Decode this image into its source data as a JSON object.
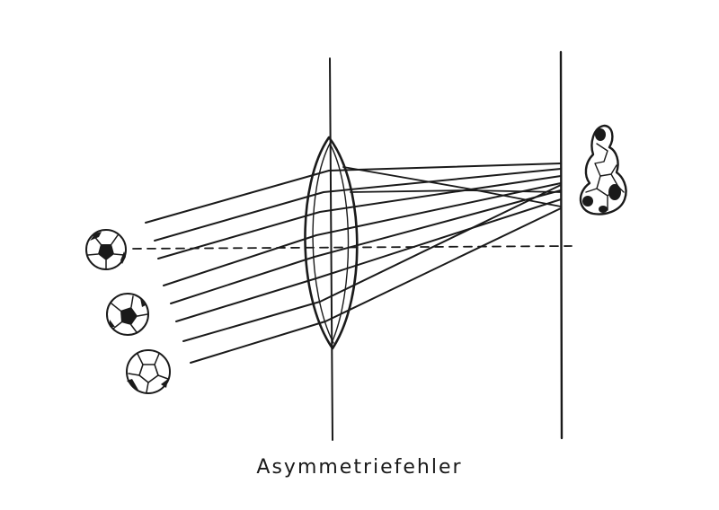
{
  "caption": "Asymmetriefehler",
  "colors": {
    "ink": "#1a1a1a",
    "background": "#ffffff"
  },
  "elements": {
    "objects": [
      "soccer-ball-icon",
      "soccer-ball-icon",
      "soccer-ball-icon"
    ],
    "image": "distorted-ball-image",
    "lens": "convex-lens",
    "screen": "image-screen",
    "axis": "optical-axis-dashed"
  }
}
